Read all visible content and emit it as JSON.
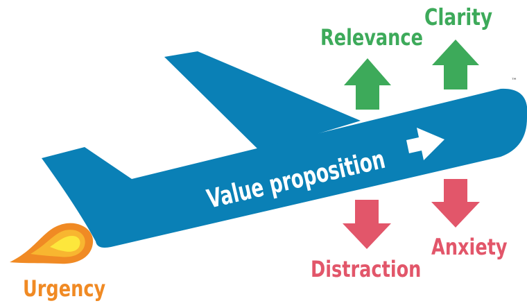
{
  "diagram": {
    "plane_label": "Value proposition",
    "trademark": "™",
    "boosters": {
      "relevance": "Relevance",
      "clarity": "Clarity"
    },
    "inhibitors": {
      "distraction": "Distraction",
      "anxiety": "Anxiety"
    },
    "engine": {
      "urgency": "Urgency"
    },
    "colors": {
      "plane": "#0a80b6",
      "booster": "#3daa5a",
      "inhibitor": "#e2566a",
      "urgency": "#f08a24",
      "flame_outer": "#f08a24",
      "flame_mid": "#f8b630",
      "flame_inner": "#fde73c"
    },
    "icons": {
      "up_arrows": "arrow-up-icon",
      "down_arrows": "arrow-down-icon",
      "plane_arrow": "arrow-right-icon",
      "flame": "flame-icon"
    }
  }
}
